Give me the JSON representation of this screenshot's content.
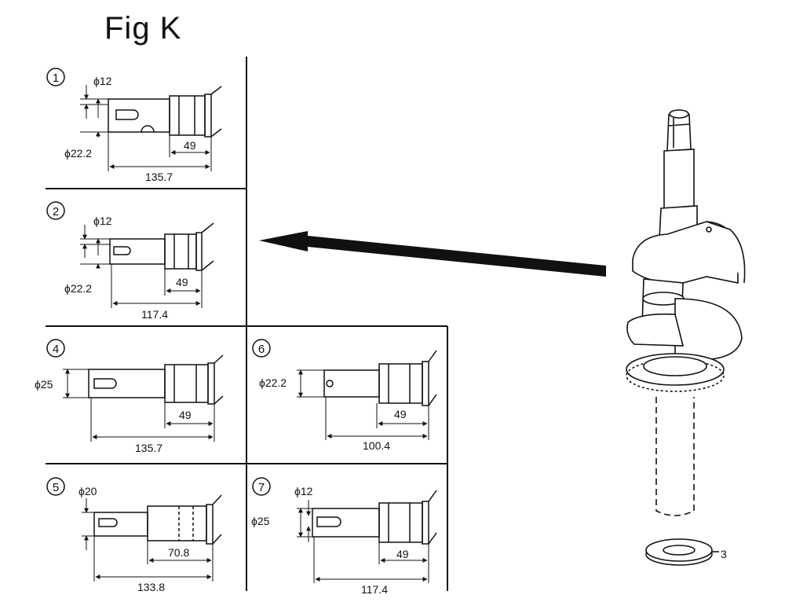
{
  "figure": {
    "title": "Fig K",
    "panels": [
      {
        "number": "1",
        "dims": [
          "ϕ12",
          "ϕ22.2",
          "49",
          "135.7"
        ]
      },
      {
        "number": "2",
        "dims": [
          "ϕ12",
          "ϕ22.2",
          "49",
          "117.4"
        ]
      },
      {
        "number": "4",
        "dims": [
          "ϕ25",
          "49",
          "135.7"
        ]
      },
      {
        "number": "6",
        "dims": [
          "ϕ22.2",
          "49",
          "100.4"
        ]
      },
      {
        "number": "5",
        "dims": [
          "ϕ20",
          "70.8",
          "133.8"
        ]
      },
      {
        "number": "7",
        "dims": [
          "ϕ12",
          "ϕ25",
          "49",
          "117.4"
        ]
      }
    ],
    "part_callout": "3"
  }
}
